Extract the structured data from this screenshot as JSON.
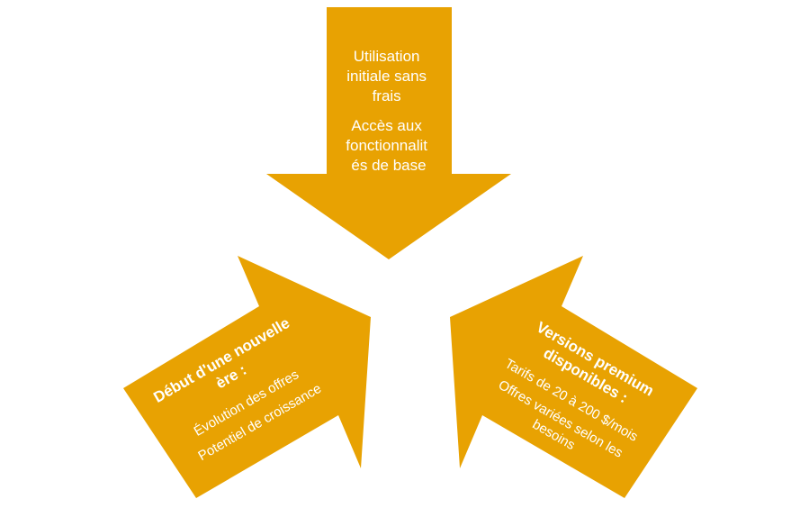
{
  "diagram": {
    "accent_color": "#e8a202",
    "text_color": "#ffffff",
    "top_arrow": {
      "direction": "down",
      "lines": [
        "Utilisation",
        "initiale sans",
        "frais",
        "Accès aux",
        "fonctionnalit",
        "és de base"
      ]
    },
    "left_arrow": {
      "direction": "up-right",
      "title": [
        "Début d'une nouvelle",
        "ère :"
      ],
      "items": [
        "Évolution des offres",
        "Potentiel de croissance"
      ]
    },
    "right_arrow": {
      "direction": "up-left",
      "title": [
        "Versions premium",
        "disponibles :"
      ],
      "items": [
        "Tarifs de 20 à 200 $/mois",
        "Offres variées selon les",
        "besoins"
      ]
    }
  }
}
